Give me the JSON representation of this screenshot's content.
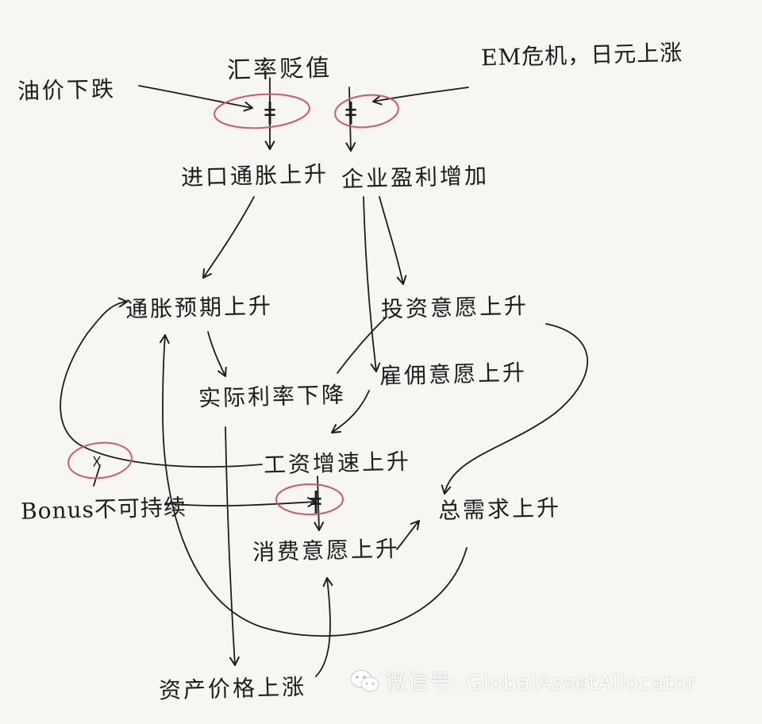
{
  "nodes": {
    "fx_depreciation": "汇率贬值",
    "oil_price_drop": "油价下跌",
    "em_crisis": "EM危机，日元上涨",
    "imported_inflation_up": "进口通胀上升",
    "corporate_profit_up": "企业盈利增加",
    "inflation_expectation_up": "通胀预期上升",
    "investment_willingness_up": "投资意愿上升",
    "real_rate_down": "实际利率下降",
    "hiring_willingness_up": "雇佣意愿上升",
    "wage_growth_up": "工资增速上升",
    "bonus_unchanged": "Bonus不可持续",
    "consumption_willingness_up": "消费意愿上升",
    "total_demand_up": "总需求上升",
    "asset_price_up": "资产价格上涨"
  },
  "symbols": {
    "tradeoff_mark": "ǂ",
    "strike_mark": "☓"
  },
  "colors": {
    "ink": "#1c1c1c",
    "circle": "#cc5b63",
    "paper": "#f7f6f3"
  },
  "watermark": {
    "icon": "wechat-icon",
    "text": "微信号: GlobalAssetAllocator"
  }
}
